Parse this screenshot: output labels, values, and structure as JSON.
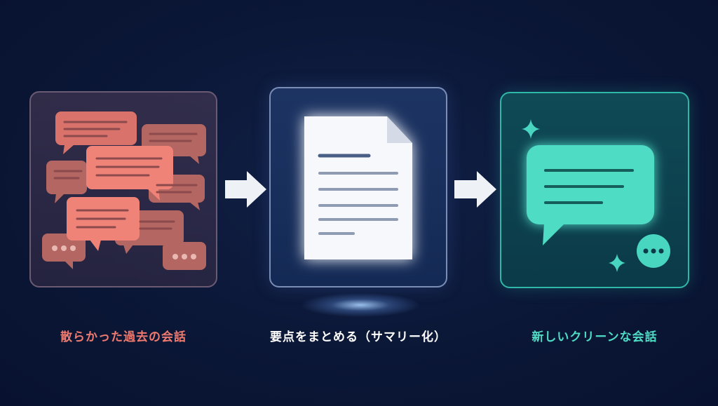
{
  "steps": [
    {
      "label": "散らかった過去の会話",
      "color": "#ef7a6f"
    },
    {
      "label": "要点をまとめる（サマリー化）",
      "color": "#ffffff"
    },
    {
      "label": "新しいクリーンな会話",
      "color": "#4fdcc4"
    }
  ],
  "icons": {
    "left": "scattered-chat-bubbles-icon",
    "middle": "summary-document-icon",
    "right": "clean-chat-bubble-icon",
    "arrows": "right-arrow-icon"
  },
  "colors": {
    "background": "#0b1736",
    "bubble_red": "#e97c71",
    "bubble_red_dim": "#b46762",
    "doc_white": "#f6f8fc",
    "teal": "#48d6c0"
  }
}
